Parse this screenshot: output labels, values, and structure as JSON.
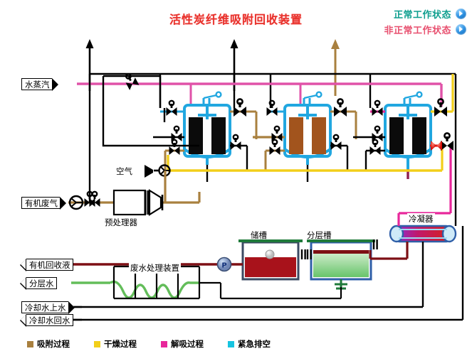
{
  "title": "活性炭纤维吸附回收装置",
  "status_legend": [
    {
      "label": "正常工作状态",
      "color": "#0e9e8e",
      "icon": "play-circle-icon"
    },
    {
      "label": "非正常工作状态",
      "color": "#e8506f",
      "icon": "play-circle-icon"
    }
  ],
  "stream_tags": [
    {
      "id": "steam",
      "label": "水蒸汽",
      "direction": "in",
      "color": "#e052a8"
    },
    {
      "id": "waste_gas",
      "label": "有机废气",
      "direction": "in",
      "color": "#a9803f"
    },
    {
      "id": "recovered_liquid",
      "label": "有机回收液",
      "direction": "out",
      "color": "#7d0f14"
    },
    {
      "id": "layer_water",
      "label": "分层水",
      "direction": "out",
      "color": "#63bd5a"
    },
    {
      "id": "cooling_supply",
      "label": "冷却水上水",
      "direction": "in",
      "color": "#000000"
    },
    {
      "id": "cooling_return",
      "label": "冷却水回水",
      "direction": "out",
      "color": "#000000"
    }
  ],
  "equipment": [
    {
      "id": "air_inlet",
      "label": "空气"
    },
    {
      "id": "pretreatment",
      "label": "预处理器"
    },
    {
      "id": "storage_tank",
      "label": "储槽"
    },
    {
      "id": "separation_tank",
      "label": "分层槽"
    },
    {
      "id": "condenser",
      "label": "冷凝器"
    },
    {
      "id": "wastewater_unit",
      "label": "废水处理装置"
    }
  ],
  "vessels": [
    {
      "id": "adsorber-1",
      "bed_color": "#0b0b0b",
      "mode": "standby"
    },
    {
      "id": "adsorber-2",
      "bed_color": "#a2541d",
      "mode": "adsorbing"
    },
    {
      "id": "adsorber-3",
      "bed_color": "#0b0b0b",
      "mode": "desorbing"
    }
  ],
  "pump": {
    "id": "transfer-pump",
    "label": "P"
  },
  "process_legend": [
    {
      "label": "吸附过程",
      "color": "#a9803f"
    },
    {
      "label": "干燥过程",
      "color": "#f2cf1a"
    },
    {
      "label": "解吸过程",
      "color": "#e8279b"
    },
    {
      "label": "紧急排空",
      "color": "#16c4e0"
    }
  ],
  "colors": {
    "adsorption": "#a9803f",
    "drying": "#f2cf1a",
    "desorption": "#e8279b",
    "emergency": "#16c4e0",
    "vessel": "#21a7e0",
    "condensate": "#7d0f14",
    "water": "#63bd5a",
    "line": "#000000",
    "alarm": "#e81c12"
  }
}
